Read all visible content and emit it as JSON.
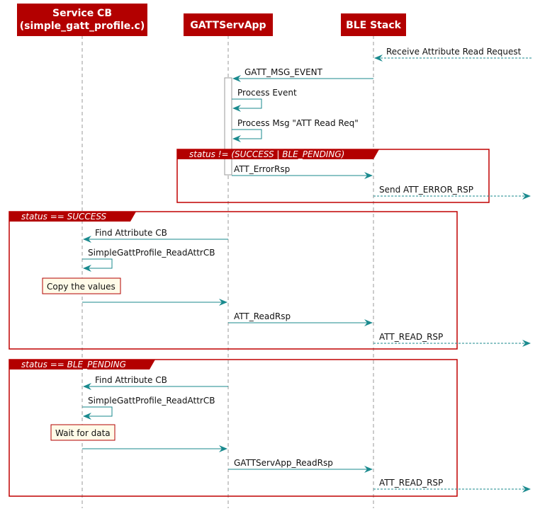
{
  "participants": {
    "service": {
      "line1": "Service CB",
      "line2": "(simple_gatt_profile.c)"
    },
    "gatt": {
      "label": "GATTServApp"
    },
    "ble": {
      "label": "BLE Stack"
    }
  },
  "messages": {
    "receive_read_request": "Receive Attribute Read Request",
    "gatt_msg_event": "GATT_MSG_EVENT",
    "process_event": "Process Event",
    "process_msg": "Process Msg \"ATT Read Req\"",
    "att_error_rsp": "ATT_ErrorRsp",
    "send_att_error_rsp": "Send ATT_ERROR_RSP",
    "find_attribute_cb_1": "Find Attribute CB",
    "read_attr_cb_1": "SimpleGattProfile_ReadAttrCB",
    "att_read_rsp": "ATT_ReadRsp",
    "att_read_rsp_out_1": "ATT_READ_RSP",
    "find_attribute_cb_2": "Find Attribute CB",
    "read_attr_cb_2": "SimpleGattProfile_ReadAttrCB",
    "gattservapp_read_rsp": "GATTServApp_ReadRsp",
    "att_read_rsp_out_2": "ATT_READ_RSP"
  },
  "frames": {
    "error": "status != (SUCCESS | BLE_PENDING)",
    "success": "status == SUCCESS",
    "pending": "status == BLE_PENDING"
  },
  "notes": {
    "copy_values": "Copy the values",
    "wait_for_data": "Wait for data"
  },
  "colors": {
    "header_bg": "#b30000",
    "arrow": "#1a8a8e",
    "frame": "#c00000",
    "lifeline": "#999999",
    "note_bg": "#fffbe8",
    "note_border": "#b30000"
  }
}
